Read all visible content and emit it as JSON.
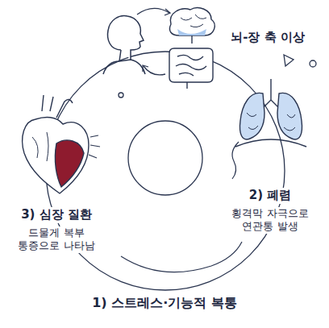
{
  "diagram": {
    "nodes": [
      {
        "text": [
          "뇌-장 축 이상"
        ]
      },
      {
        "text": [
          "2) 폐렴",
          "횡격막 자극으로 연관통 발생"
        ]
      },
      {
        "text": [
          "3) 심장 질환",
          "드물게 복부 통증으로 나타남"
        ]
      }
    ],
    "labels": [
      "1) 스트레스·기능적 복통"
    ]
  }
}
